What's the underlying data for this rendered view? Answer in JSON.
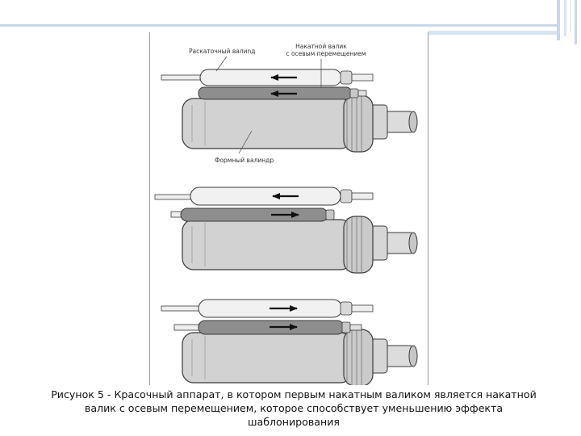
{
  "figure": {
    "labels": {
      "distributor_roller": "Раскаточный валиnд",
      "form_roller_line1": "Накатной валик",
      "form_roller_line2": "с осевым перемещением",
      "plate_cylinder": "Формный валиндр"
    },
    "panels": [
      {
        "upper_arrow": "left",
        "lower_arrow": "left"
      },
      {
        "upper_arrow": "left",
        "lower_arrow": "right"
      },
      {
        "upper_arrow": "right",
        "lower_arrow": "right"
      }
    ],
    "colors": {
      "light_roller": "#f1f1f1",
      "dark_roller": "#8e8e8e",
      "cylinder": "#d2d2d2",
      "outline": "#3a3a3a"
    }
  },
  "caption": {
    "line1": "Рисунок 5 - Красочный аппарат, в котором первым накатным валиком является накатной",
    "line2": "валик с осевым перемещением, которое способствует уменьшению эффекта",
    "line3": "шаблонирования"
  }
}
